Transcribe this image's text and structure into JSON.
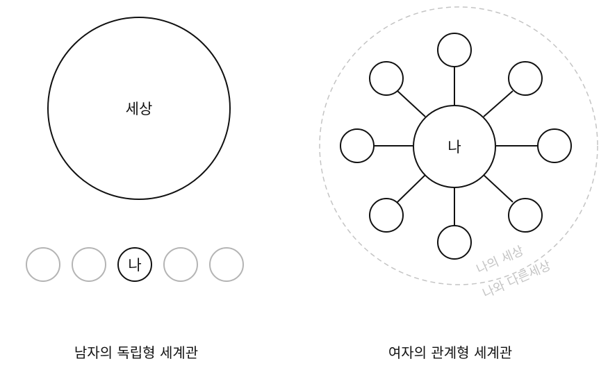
{
  "left": {
    "world_label": "세상",
    "me_label": "나",
    "caption": "남자의 독립형 세계관"
  },
  "right": {
    "me_label": "나",
    "my_world_label": "나의 세상",
    "other_world_label": "나와 다른세상",
    "caption": "여자의 관계형 세계관"
  },
  "colors": {
    "stroke": "#111111",
    "faded": "#b4b4b4",
    "dashed_ring": "#c4c4c4",
    "background": "#ffffff"
  }
}
